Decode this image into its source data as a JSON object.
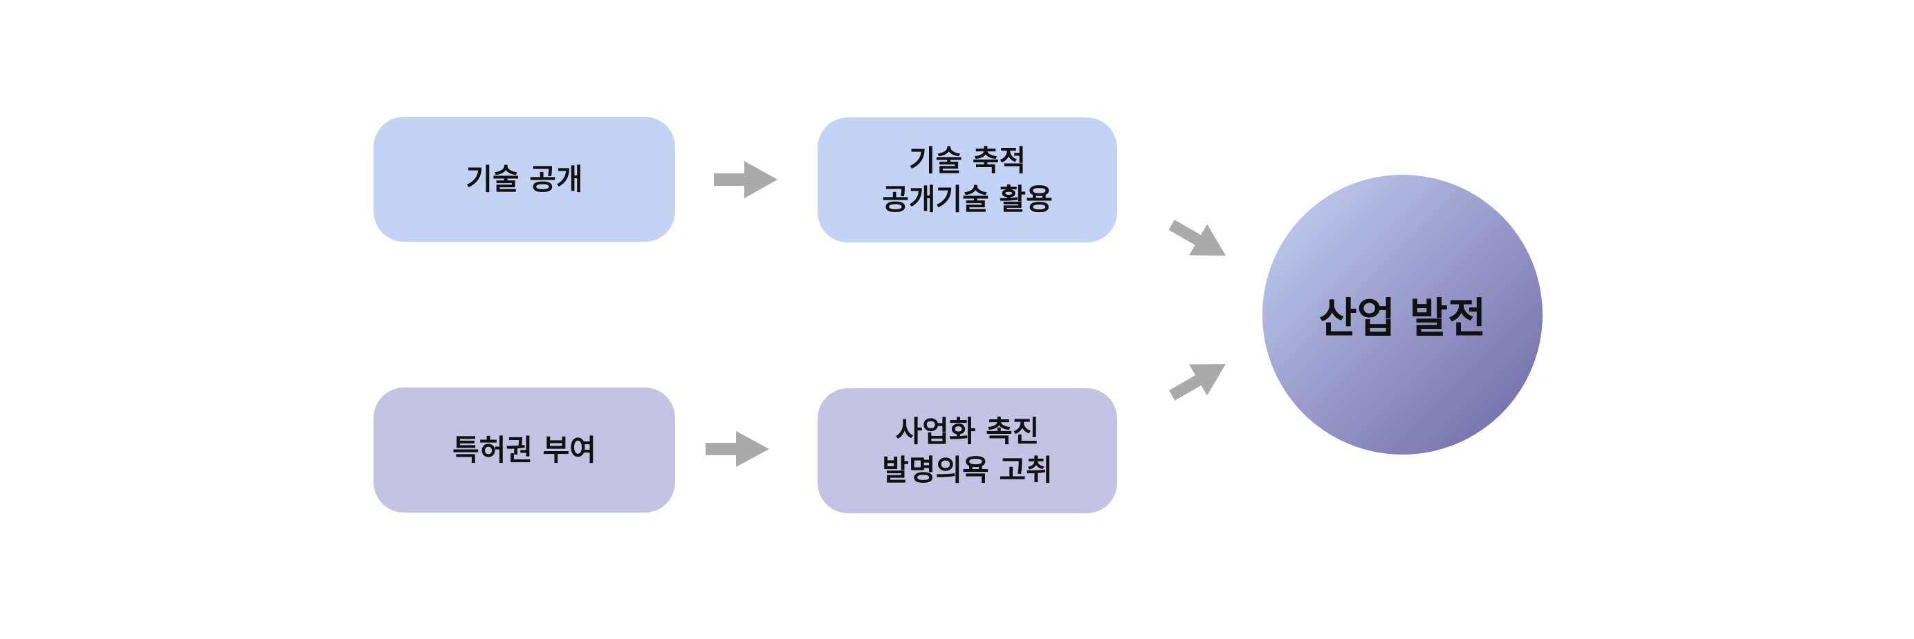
{
  "nodes": {
    "tech_disclosure": {
      "lines": [
        "기술 공개"
      ]
    },
    "tech_accumulation": {
      "lines": [
        "기술 축적",
        "공개기술 활용"
      ]
    },
    "patent_grant": {
      "lines": [
        "특허권 부여"
      ]
    },
    "commercialization": {
      "lines": [
        "사업화 촉진",
        "발명의욕 고취"
      ]
    },
    "industrial_development": {
      "label": "산업 발전"
    }
  },
  "colors": {
    "top_row_fill": "#c2d3f5",
    "bottom_row_fill": "#c5c3e3",
    "circle_gradient_start": "#c6d5f6",
    "circle_gradient_end": "#6d66a4",
    "arrow": "#aaaaaa"
  },
  "icons": {
    "arrow": "arrow-right-icon"
  }
}
